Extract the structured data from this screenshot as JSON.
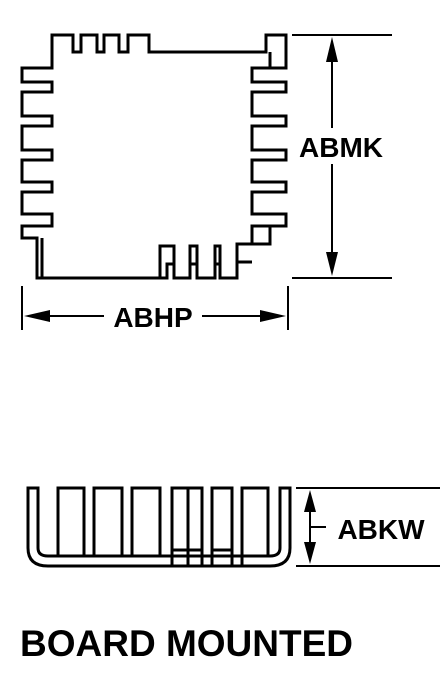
{
  "diagram": {
    "top_view": {
      "height_label": "ABMK",
      "width_label": "ABHP"
    },
    "side_view": {
      "thickness_label": "ABKW"
    },
    "caption": "BOARD MOUNTED",
    "line_color": "#000000",
    "background_color": "#ffffff"
  }
}
